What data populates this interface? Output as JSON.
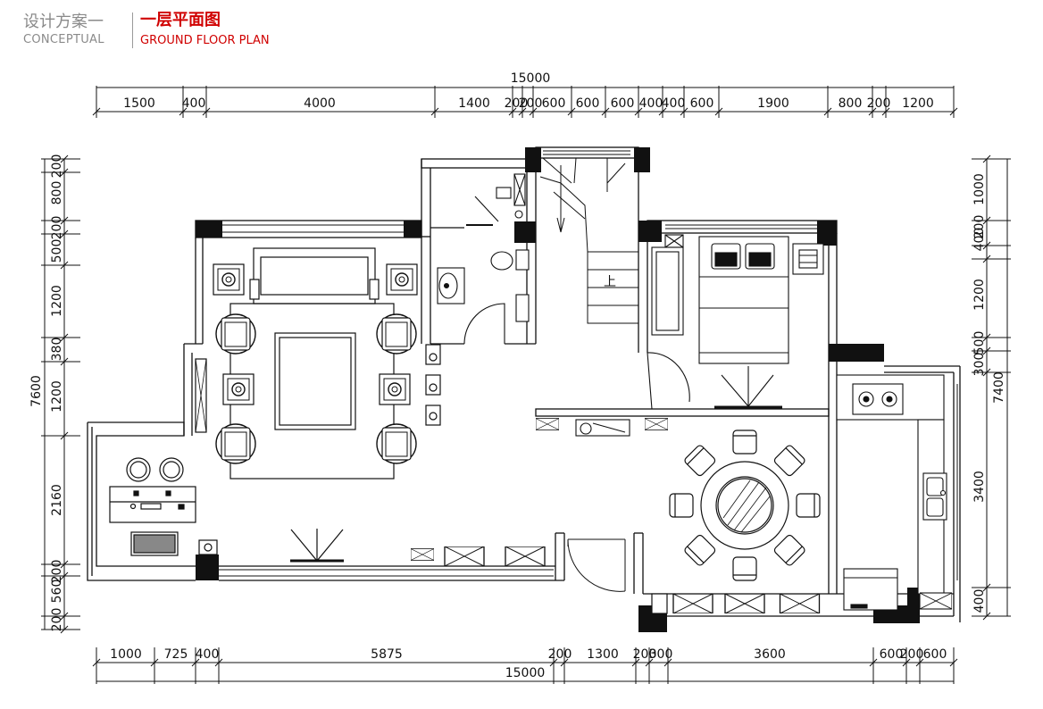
{
  "header": {
    "design_cn": "设计方案一",
    "design_en": "CONCEPTUAL",
    "title_cn": "一层平面图",
    "title_en": "GROUND FLOOR PLAN"
  },
  "dims": {
    "top_total": "15000",
    "top": [
      "1500",
      "400",
      "4000",
      "1400",
      "200",
      "200",
      "600",
      "600",
      "600",
      "400",
      "400",
      "600",
      "1900",
      "800",
      "200",
      "1200"
    ],
    "bottom_total": "15000",
    "bottom": [
      "1000",
      "725",
      "400",
      "5875",
      "200",
      "1300",
      "200",
      "300",
      "3600",
      "600",
      "200",
      "600"
    ],
    "left_total": "7600",
    "left": [
      "200",
      "800",
      "200",
      "500",
      "1200",
      "380",
      "1200",
      "2160",
      "200",
      "560",
      "200"
    ],
    "right_total": "7400",
    "right": [
      "1000",
      "400",
      "200",
      "1200",
      "500",
      "300",
      "3400",
      "400"
    ]
  },
  "labels": {
    "stair_up": "上"
  },
  "colors": {
    "wall": "#111111",
    "title_red": "#d00000",
    "muted": "#8a8a8a"
  }
}
